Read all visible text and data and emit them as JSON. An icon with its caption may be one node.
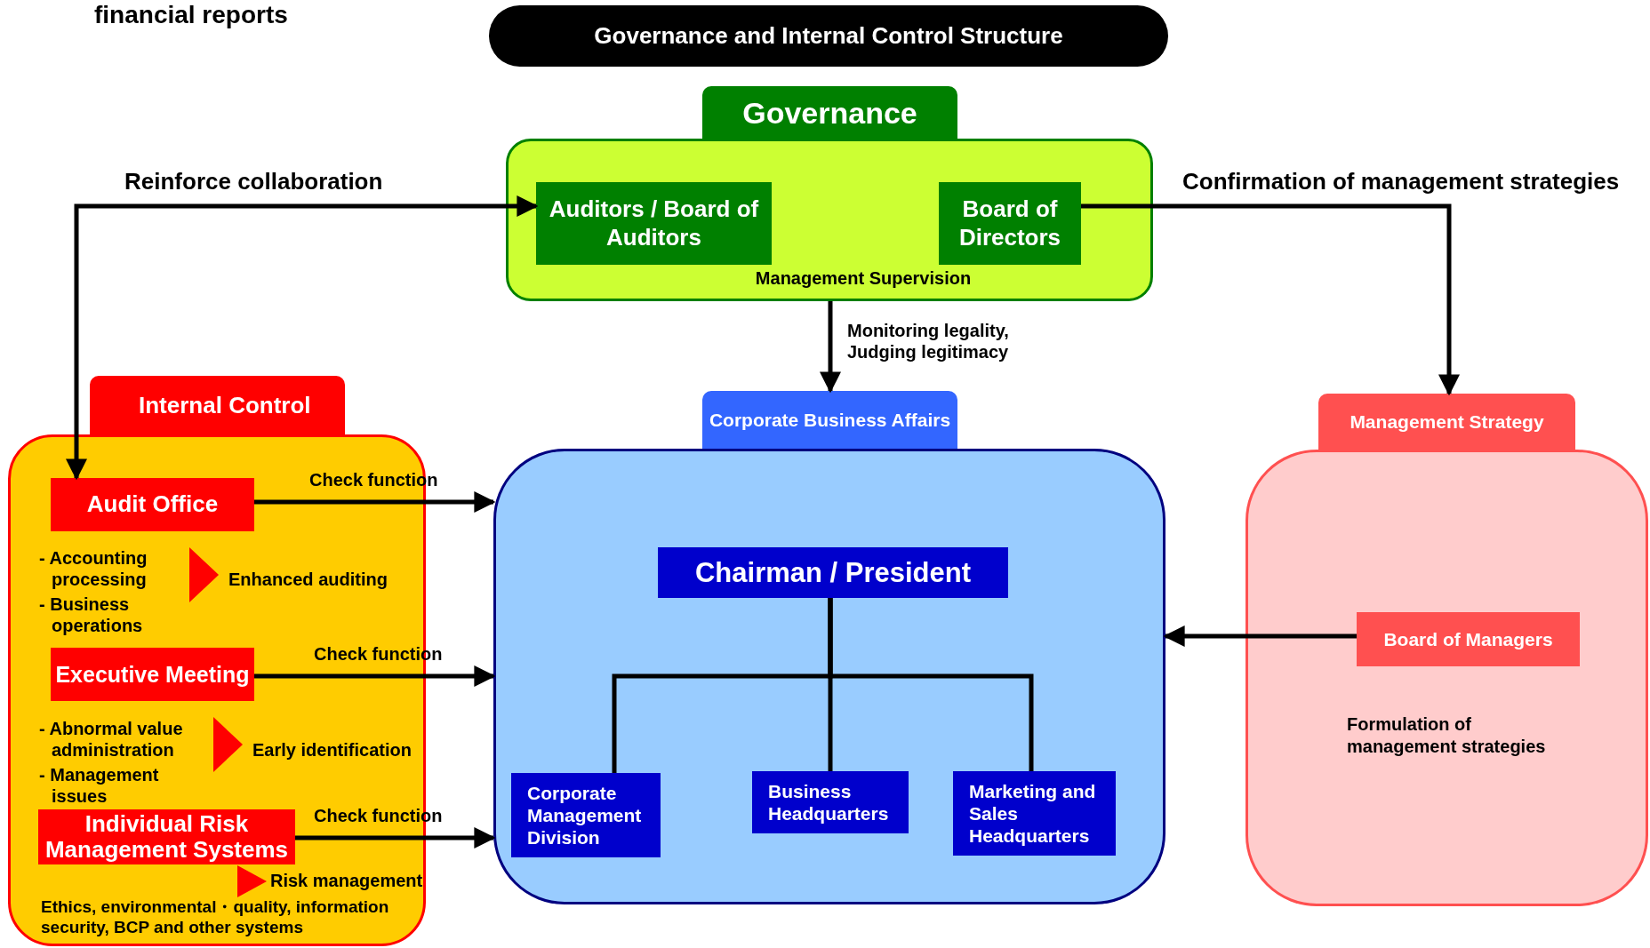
{
  "diagram": {
    "title": "Governance and Internal Control Structure",
    "nodes": [
      {
        "text": [
          "Governance"
        ]
      },
      {
        "text": [
          "Management Supervision"
        ]
      },
      {
        "text": [
          "Auditors / Board of Auditors"
        ],
        "in": 1
      },
      {
        "text": [
          "Board of Directors"
        ],
        "in": 1
      },
      {
        "text": [
          "Internal Control"
        ]
      },
      {
        "text": [],
        "shape": "box"
      },
      {
        "text": [
          "Audit Office"
        ],
        "in": 5
      },
      {
        "text": [
          "Executive Meeting"
        ],
        "in": 5
      },
      {
        "text": [
          "Individual Risk Management Systems"
        ],
        "in": 5
      },
      {
        "text": [
          "Corporate Business Affairs"
        ]
      },
      {
        "text": [],
        "shape": "box"
      },
      {
        "text": [
          "Chairman / President"
        ],
        "in": 10
      },
      {
        "text": [
          "Corporate Management Division"
        ],
        "in": 10
      },
      {
        "text": [
          "Business Headquarters"
        ],
        "in": 10
      },
      {
        "text": [
          "Marketing and Sales Headquarters"
        ],
        "in": 10
      },
      {
        "text": [
          "Management Strategy"
        ]
      },
      {
        "text": [
          "Formulation of management strategies"
        ]
      },
      {
        "text": [
          "Board of Managers"
        ],
        "in": 16
      }
    ],
    "edges": [
      {
        "from": 6,
        "to": 2,
        "arrow": "both",
        "label": "Reinforce collaboration"
      },
      {
        "from": 3,
        "to": 15,
        "arrow": "to",
        "label": "Confirmation of management strategies"
      },
      {
        "from": 1,
        "to": 9,
        "arrow": "to",
        "label": "Monitoring legality, Judging legitimacy"
      },
      {
        "from": 6,
        "to": 10,
        "arrow": "to",
        "label": "Check function"
      },
      {
        "from": 7,
        "to": 10,
        "arrow": "to",
        "label": "Check function"
      },
      {
        "from": 8,
        "to": 10,
        "arrow": "to",
        "label": "Check function"
      },
      {
        "from": 17,
        "to": 10,
        "arrow": "to"
      },
      {
        "from": 11,
        "to": 12,
        "arrow": "none"
      },
      {
        "from": 11,
        "to": 13,
        "arrow": "none"
      },
      {
        "from": 11,
        "to": 14,
        "arrow": "none"
      }
    ],
    "labels": [
      "financial reports",
      "- Accounting processing",
      "- Business operations",
      "Enhanced auditing",
      "- Abnormal value administration",
      "- Management issues",
      "Early identification",
      "Risk management",
      "Ethics, environmental・quality, information security, BCP and other systems"
    ]
  }
}
